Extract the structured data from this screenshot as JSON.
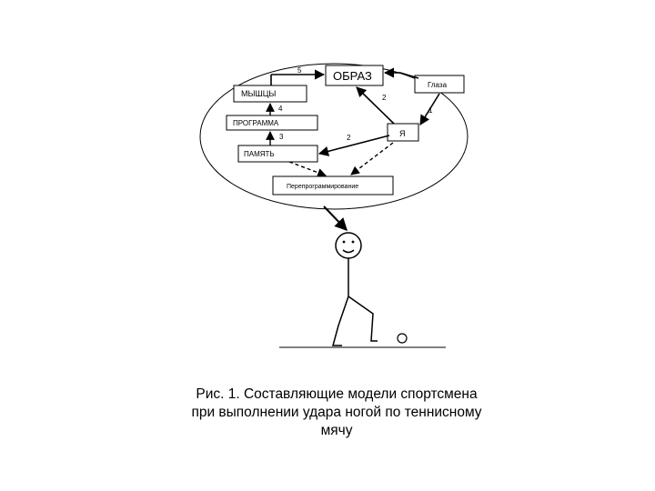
{
  "diagram": {
    "nodes": {
      "obraz": "ОБРАЗ",
      "glaza": "Глаза",
      "myshtsy": "МЫШЦЫ",
      "programma": "ПРОГРАММА",
      "pamyat": "ПАМЯТЬ",
      "ya": "Я",
      "pereprogrammirovanie": "Перепрограммирование"
    },
    "numbers": {
      "n5": "5",
      "n2_top": "2",
      "n4": "4",
      "n1": "1",
      "n3": "3",
      "n2_mid": "2"
    }
  },
  "caption": {
    "line1": "Рис. 1. Составляющие модели спортсмена",
    "line2": "при выполнении удара ногой по теннисному",
    "line3": "мячу"
  }
}
